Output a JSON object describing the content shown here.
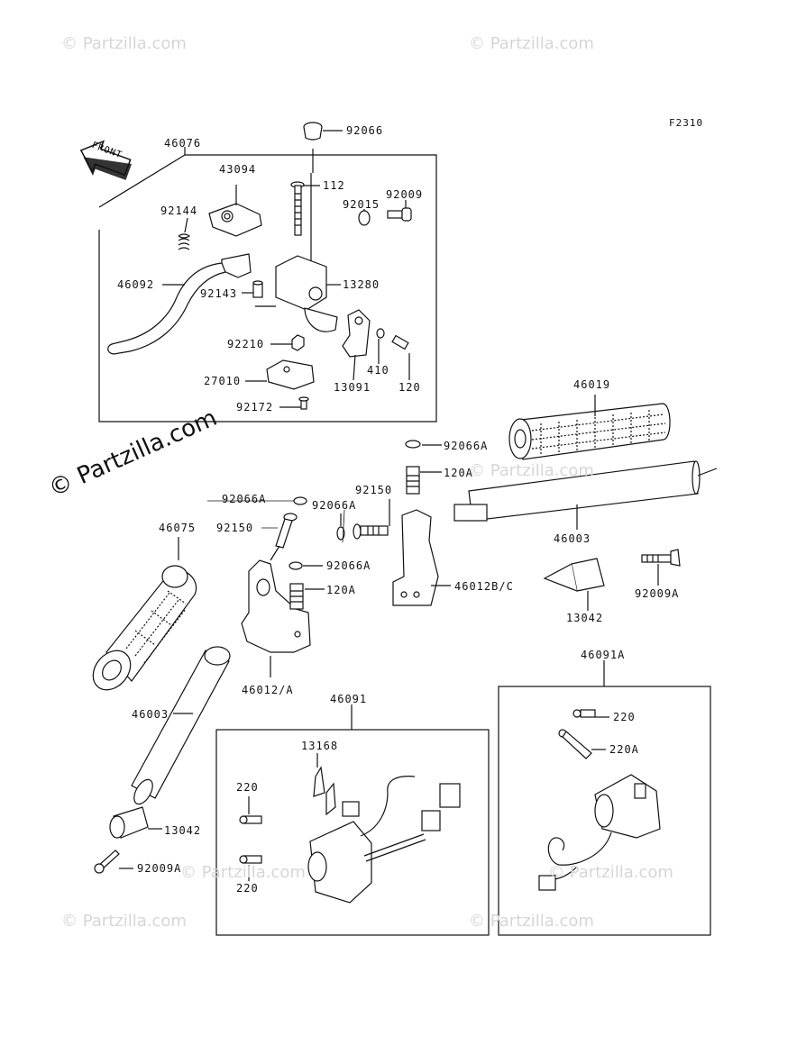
{
  "diagram": {
    "figure_code": "F2310",
    "front_label": "FRONT",
    "watermark_small": "© Partzilla.com",
    "watermark_big": "© Partzilla.com",
    "parts": {
      "p92066": "92066",
      "p46076": "46076",
      "p43094": "43094",
      "p112": "112",
      "p92009": "92009",
      "p92015": "92015",
      "p92144": "92144",
      "p46092": "46092",
      "p92143": "92143",
      "p13280": "13280",
      "p92210": "92210",
      "p410": "410",
      "p13091": "13091",
      "p120": "120",
      "p27010": "27010",
      "p92172": "92172",
      "p46019": "46019",
      "p92066A_1": "92066A",
      "p120A_1": "120A",
      "p92150_1": "92150",
      "p92066A_2": "92066A",
      "p92066A_3": "92066A",
      "p92150_2": "92150",
      "p46075": "46075",
      "p92066A_4": "92066A",
      "p120A_2": "120A",
      "p46012BC": "46012B/C",
      "p46003_1": "46003",
      "p92009A_1": "92009A",
      "p13042_1": "13042",
      "p46012A": "46012/A",
      "p46091A": "46091A",
      "p46091": "46091",
      "p46003_2": "46003",
      "p13168": "13168",
      "p220_1": "220",
      "p220A": "220A",
      "p220_2": "220",
      "p220_3": "220",
      "p13042_2": "13042",
      "p92009A_2": "92009A"
    }
  }
}
